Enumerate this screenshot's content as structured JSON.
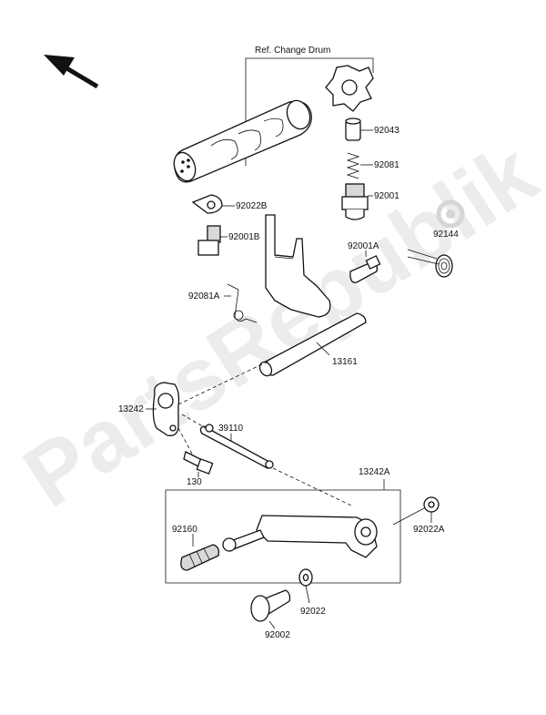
{
  "watermark": {
    "text": "PartsRepublik"
  },
  "reference_label": "Ref. Change Drum",
  "labels": {
    "p92043": "92043",
    "p92081": "92081",
    "p92001": "92001",
    "p92022B": "92022B",
    "p92001B": "92001B",
    "p92001A": "92001A",
    "p92144": "92144",
    "p92081A": "92081A",
    "p13161": "13161",
    "p13242": "13242",
    "p39110": "39110",
    "p130": "130",
    "p13242A": "13242A",
    "p92160": "92160",
    "p92022A": "92022A",
    "p92022": "92022",
    "p92002": "92002"
  },
  "colors": {
    "line": "#111111",
    "watermark": "#ececec",
    "background": "#ffffff"
  }
}
